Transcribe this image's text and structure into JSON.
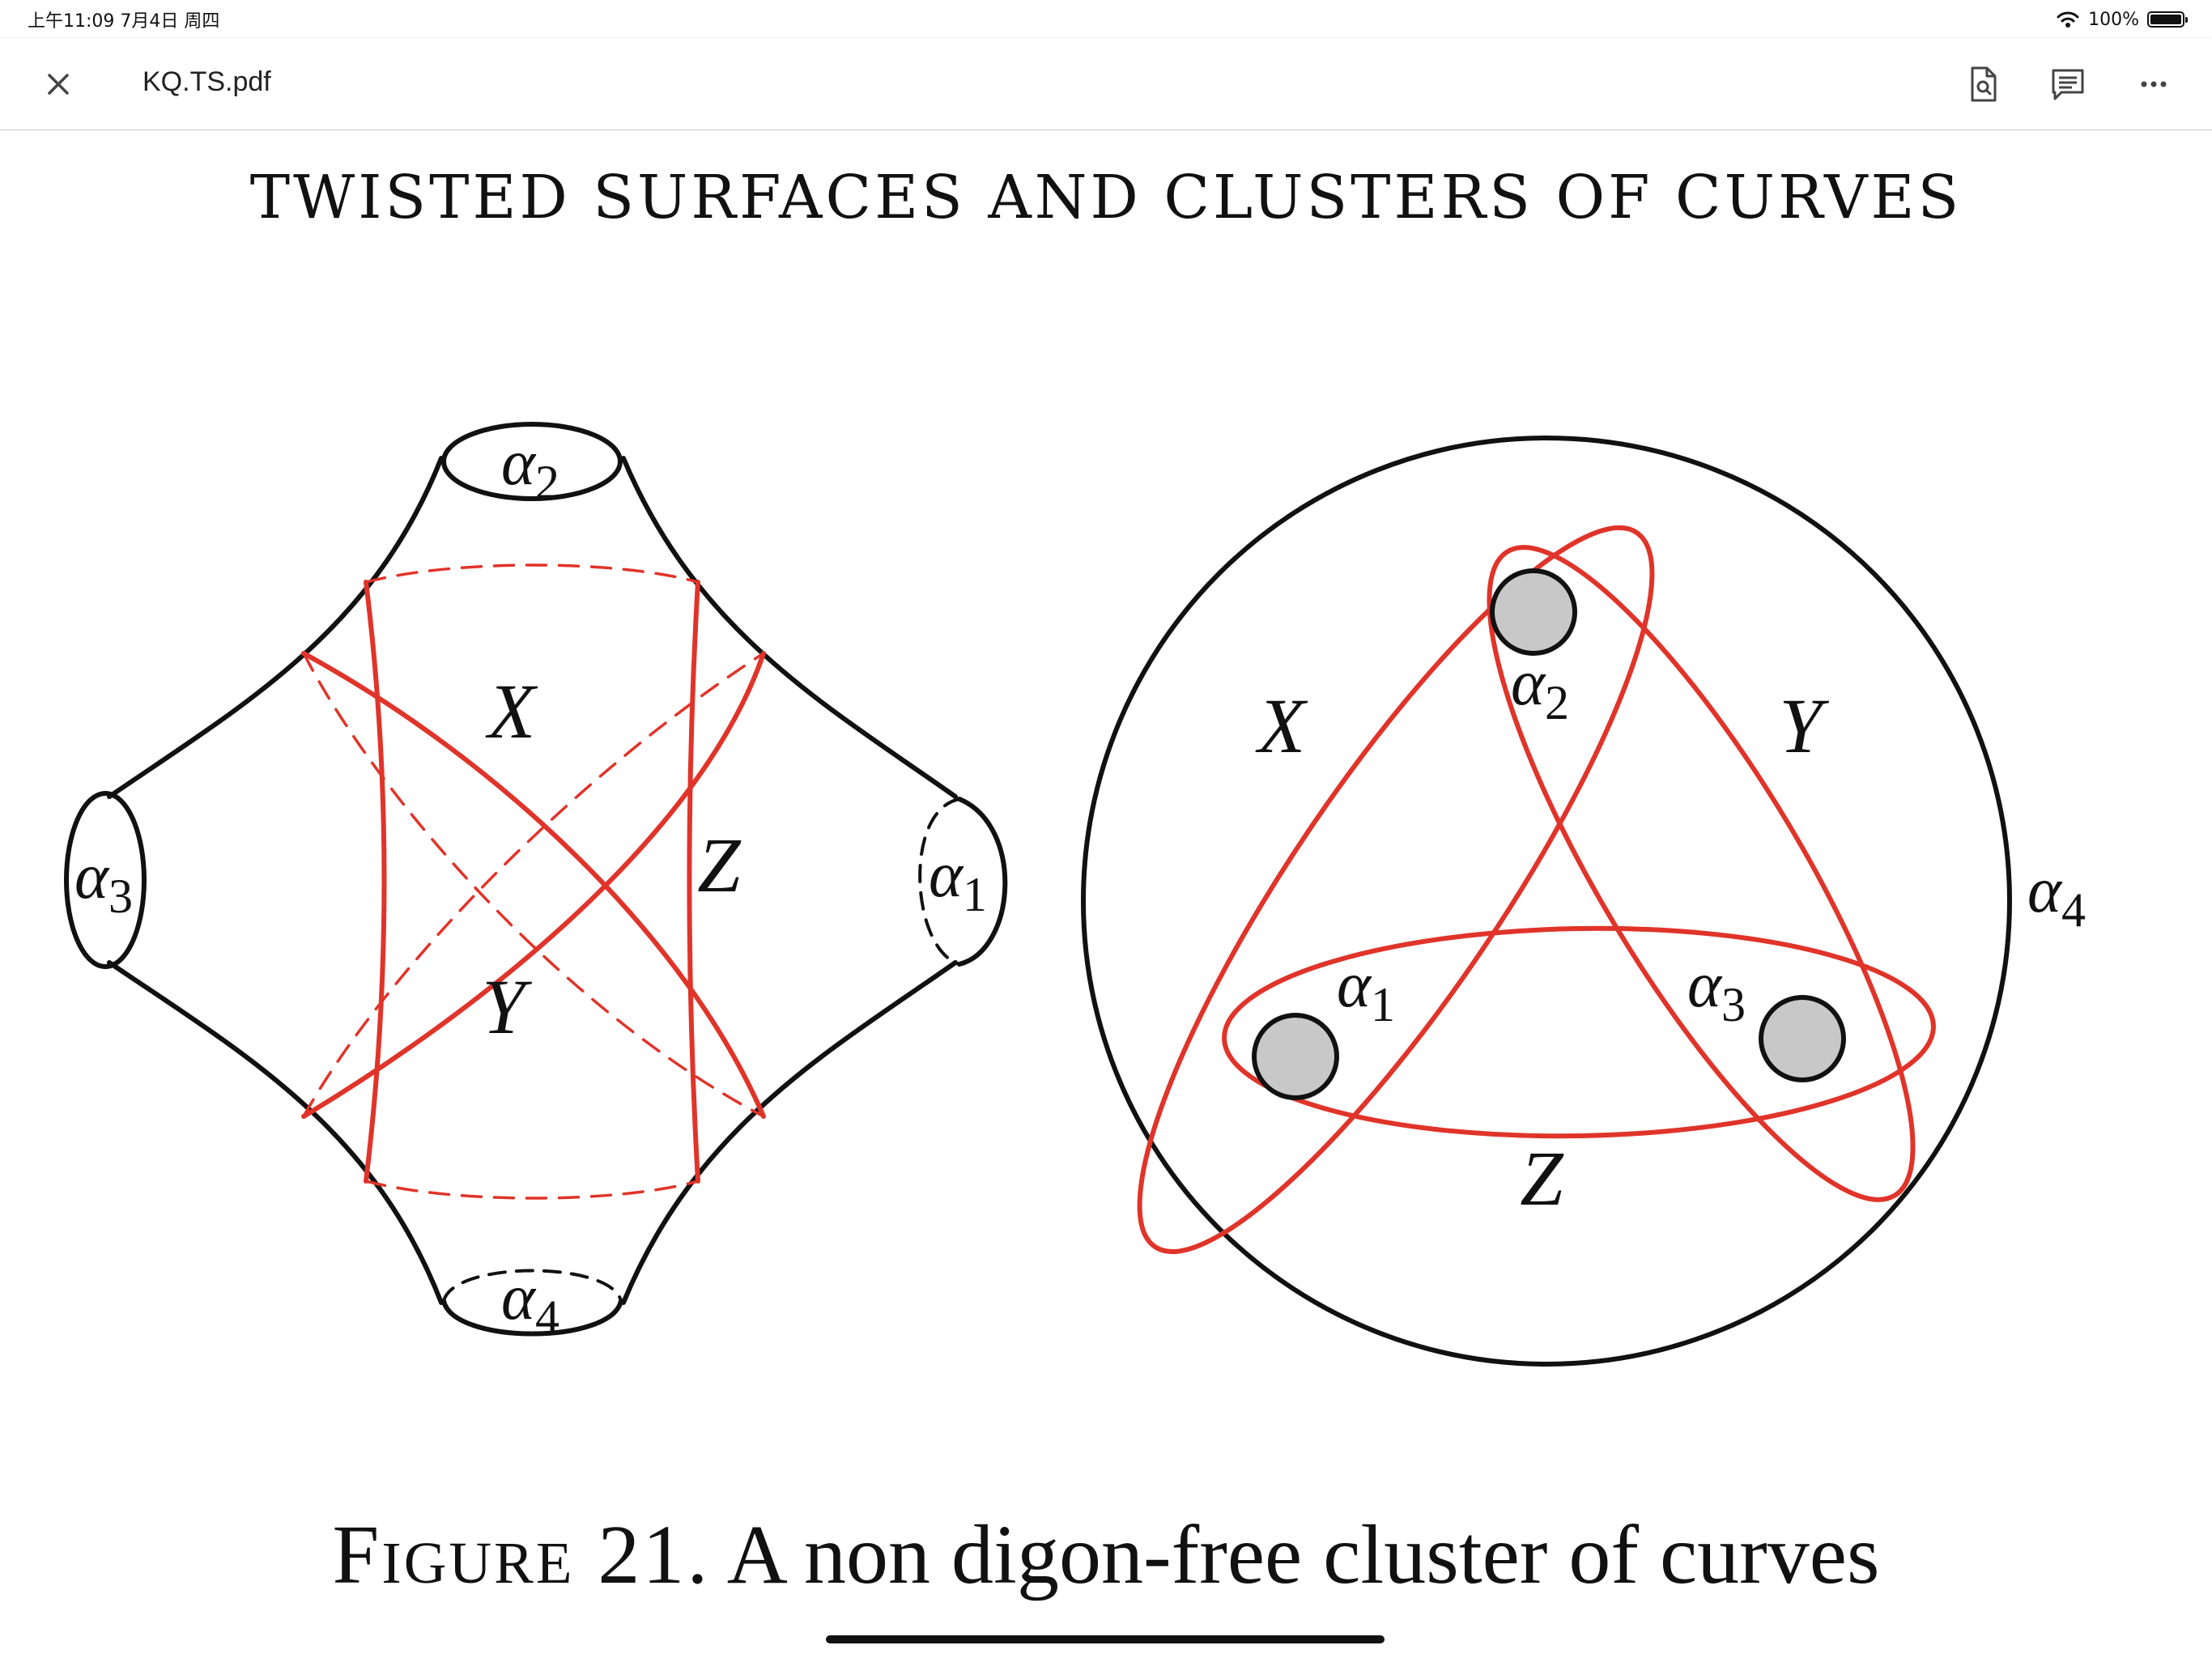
{
  "status_bar": {
    "time": "上午11:09  7月4日 周四",
    "battery": "100%"
  },
  "toolbar": {
    "file_name": "KQ.TS.pdf",
    "icons": [
      "close-icon",
      "find-in-page-icon",
      "comments-icon",
      "more-icon"
    ]
  },
  "page": {
    "running_head": "TWISTED SURFACES AND CLUSTERS OF CURVES",
    "caption_label": "Figure 21.",
    "caption_text": "A non digon-free cluster of curves"
  },
  "figure_left": {
    "boundary_labels": [
      {
        "name": "α",
        "sub": "2"
      },
      {
        "name": "α",
        "sub": "3"
      },
      {
        "name": "α",
        "sub": "1"
      },
      {
        "name": "α",
        "sub": "4"
      }
    ],
    "curve_labels": [
      "X",
      "Y",
      "Z"
    ]
  },
  "figure_right": {
    "puncture_labels": [
      {
        "name": "α",
        "sub": "2"
      },
      {
        "name": "α",
        "sub": "1"
      },
      {
        "name": "α",
        "sub": "3"
      }
    ],
    "outer_label": {
      "name": "α",
      "sub": "4"
    },
    "curve_labels": [
      "X",
      "Y",
      "Z"
    ]
  },
  "colors": {
    "curve_red": "#e0342a",
    "puncture_fill": "#c8c8c8",
    "ink": "#111111"
  }
}
